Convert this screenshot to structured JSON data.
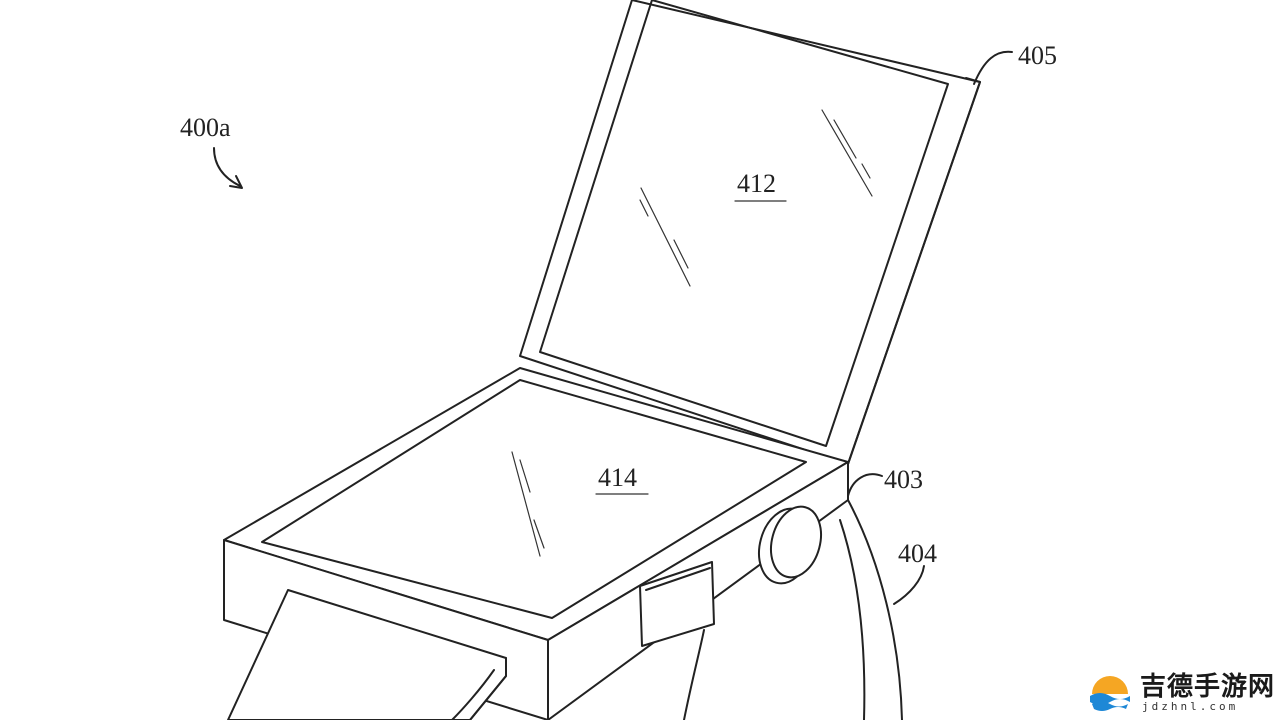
{
  "figure": {
    "type": "patent-drawing",
    "subject": "wearable device with flip-open lid display",
    "reference_labels": [
      {
        "id": "400a",
        "text": "400a",
        "target": "overall device view (arrow)"
      },
      {
        "id": "405",
        "text": "405",
        "target": "lid housing"
      },
      {
        "id": "412",
        "text": "412",
        "target": "lid display",
        "underlined": true
      },
      {
        "id": "414",
        "text": "414",
        "target": "base display",
        "underlined": true
      },
      {
        "id": "403",
        "text": "403",
        "target": "main housing"
      },
      {
        "id": "404",
        "text": "404",
        "target": "band"
      }
    ]
  },
  "labels": {
    "l400a": "400a",
    "l405": "405",
    "l412": "412",
    "l414": "414",
    "l403": "403",
    "l404": "404"
  },
  "watermark": {
    "title": "吉德手游网",
    "subtitle": "jdzhnl.com",
    "colors": {
      "sun": "#f5a623",
      "wave": "#1e88d6"
    }
  }
}
